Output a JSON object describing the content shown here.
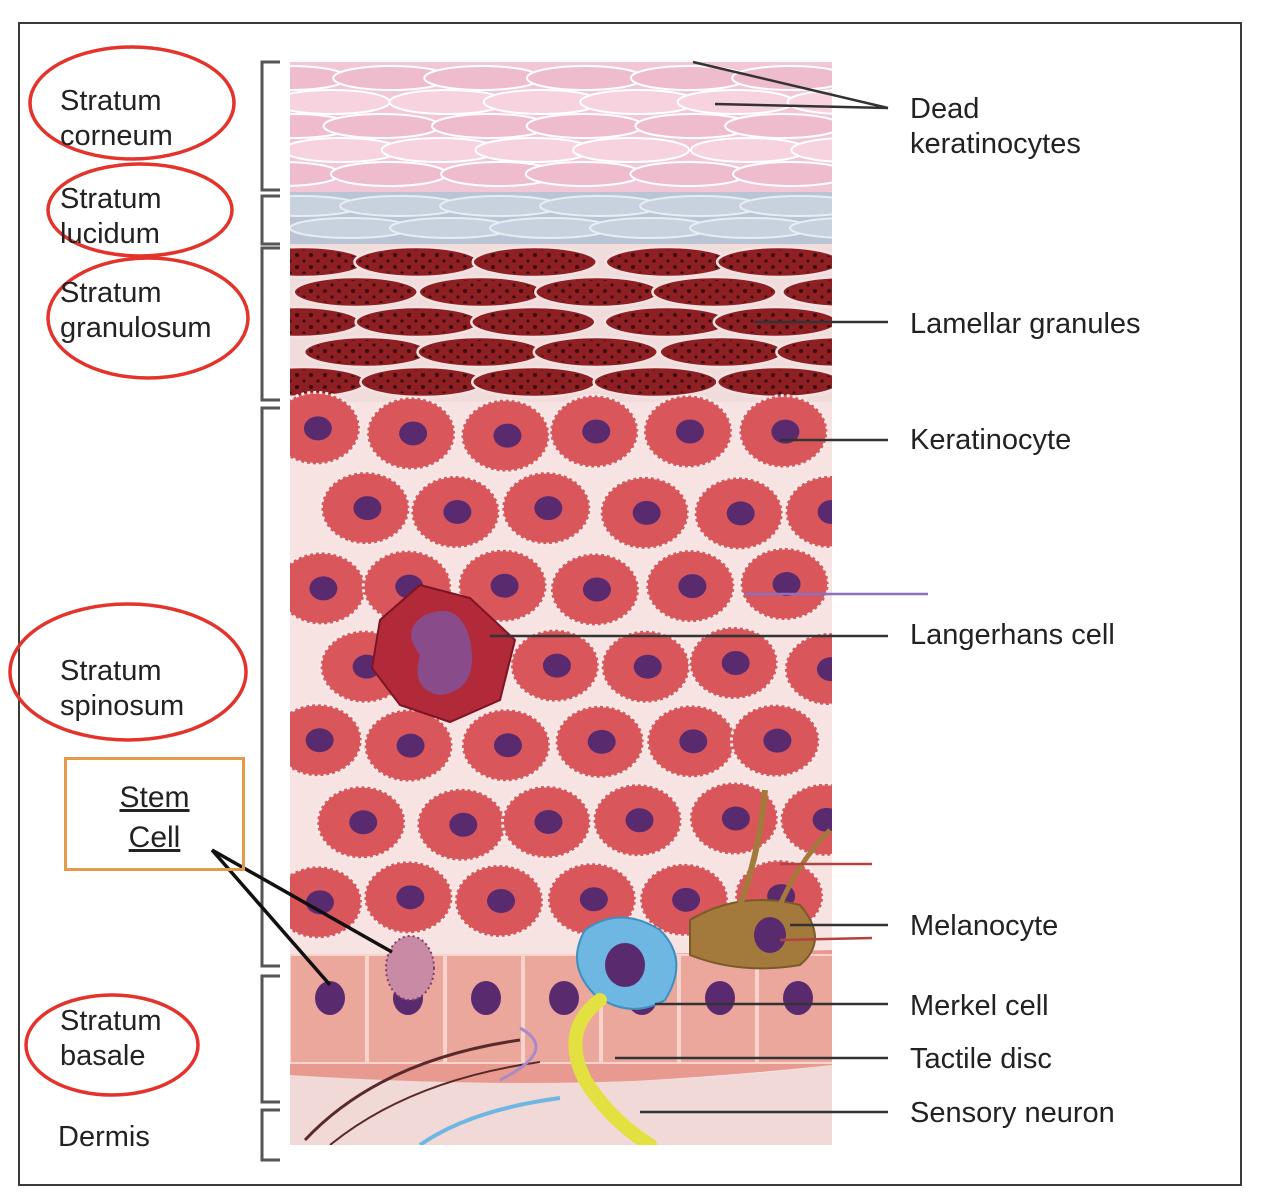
{
  "layers": [
    {
      "id": "corneum",
      "lines": [
        "Stratum",
        "corneum"
      ]
    },
    {
      "id": "lucidum",
      "lines": [
        "Stratum",
        "lucidum"
      ]
    },
    {
      "id": "granulosum",
      "lines": [
        "Stratum",
        "granulosum"
      ]
    },
    {
      "id": "spinosum",
      "lines": [
        "Stratum",
        "spinosum"
      ]
    },
    {
      "id": "basale",
      "lines": [
        "Stratum",
        "basale"
      ]
    }
  ],
  "dermis_label": "Dermis",
  "stem_cell": {
    "lines": [
      "Stem",
      "Cell"
    ]
  },
  "callouts": [
    {
      "id": "dead-keratinocytes",
      "lines": [
        "Dead",
        "keratinocytes"
      ]
    },
    {
      "id": "lamellar-granules",
      "lines": [
        "Lamellar granules"
      ]
    },
    {
      "id": "keratinocyte",
      "lines": [
        "Keratinocyte"
      ]
    },
    {
      "id": "langerhans-cell",
      "lines": [
        "Langerhans cell"
      ]
    },
    {
      "id": "melanocyte",
      "lines": [
        "Melanocyte"
      ]
    },
    {
      "id": "merkel-cell",
      "lines": [
        "Merkel cell"
      ]
    },
    {
      "id": "tactile-disc",
      "lines": [
        "Tactile disc"
      ]
    },
    {
      "id": "sensory-neuron",
      "lines": [
        "Sensory neuron"
      ]
    }
  ],
  "colors": {
    "annotation_circle": "#e4332b",
    "stem_box": "#e39a4a",
    "corneum": "#f2c6d6",
    "lucidum": "#b9c4d4",
    "granulosum": "#8e2024",
    "spinosum_cell": "#d9575b",
    "nucleus": "#5a2a6e",
    "basale": "#e89a90",
    "dermis": "#f0d9d6",
    "langerhans": "#b22a3a",
    "melanocyte": "#a47a3c",
    "merkel": "#6fb7e3",
    "tactile_disc": "#e3e042"
  }
}
